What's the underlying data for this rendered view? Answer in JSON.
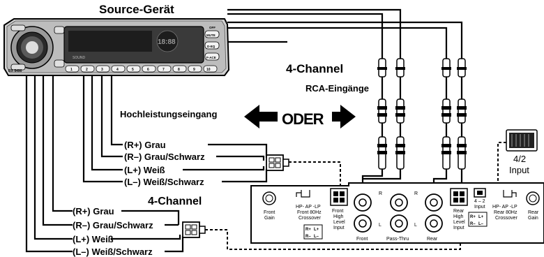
{
  "source": {
    "title": "Source-Gerät",
    "brand": "RX 5490",
    "display_text": "18:88",
    "bar_text": "SOUND",
    "buttons": [
      "1",
      "2",
      "3",
      "4",
      "5",
      "6",
      "7",
      "8",
      "9",
      "10"
    ],
    "side_buttons": [
      "MUTE",
      "D-EQ",
      "F-ACE",
      "OFF"
    ]
  },
  "rca": {
    "heading": "4-Channel",
    "sub": "RCA-Eingänge"
  },
  "oder": {
    "left_label": "Hochleistungseingang",
    "word": "ODER"
  },
  "group1": {
    "wires": [
      "(R+) Grau",
      "(R–) Grau/Schwarz",
      "(L+) Weiß",
      "(L–) Weiß/Schwarz"
    ]
  },
  "group2": {
    "heading": "4-Channel",
    "wires": [
      "(R+) Grau",
      "(R–) Grau/Schwarz",
      "(L+) Weiß",
      "(L–) Weiß/Schwarz"
    ]
  },
  "switch": {
    "label_line1": "4/2",
    "label_line2": "Input"
  },
  "amp": {
    "front_gain": [
      "Front",
      "Gain"
    ],
    "rear_gain": [
      "Rear",
      "Gain"
    ],
    "front_crossover": [
      "HP- AP -LP",
      "Front 80Hz",
      "Crossover"
    ],
    "rear_crossover": [
      "HP- AP -LP",
      "Rear 80Hz",
      "Crossover"
    ],
    "front_high": [
      "Front",
      "High",
      "Level",
      "Input"
    ],
    "rear_high": [
      "Rear",
      "High",
      "Level",
      "Input"
    ],
    "rca_groups": [
      "Front",
      "Pass-Thru",
      "Rear"
    ],
    "rl": [
      "R",
      "L"
    ],
    "input_switch": [
      "4 – 2",
      "Input"
    ],
    "pins": [
      "R+",
      "L+",
      "R–",
      "L–"
    ]
  }
}
